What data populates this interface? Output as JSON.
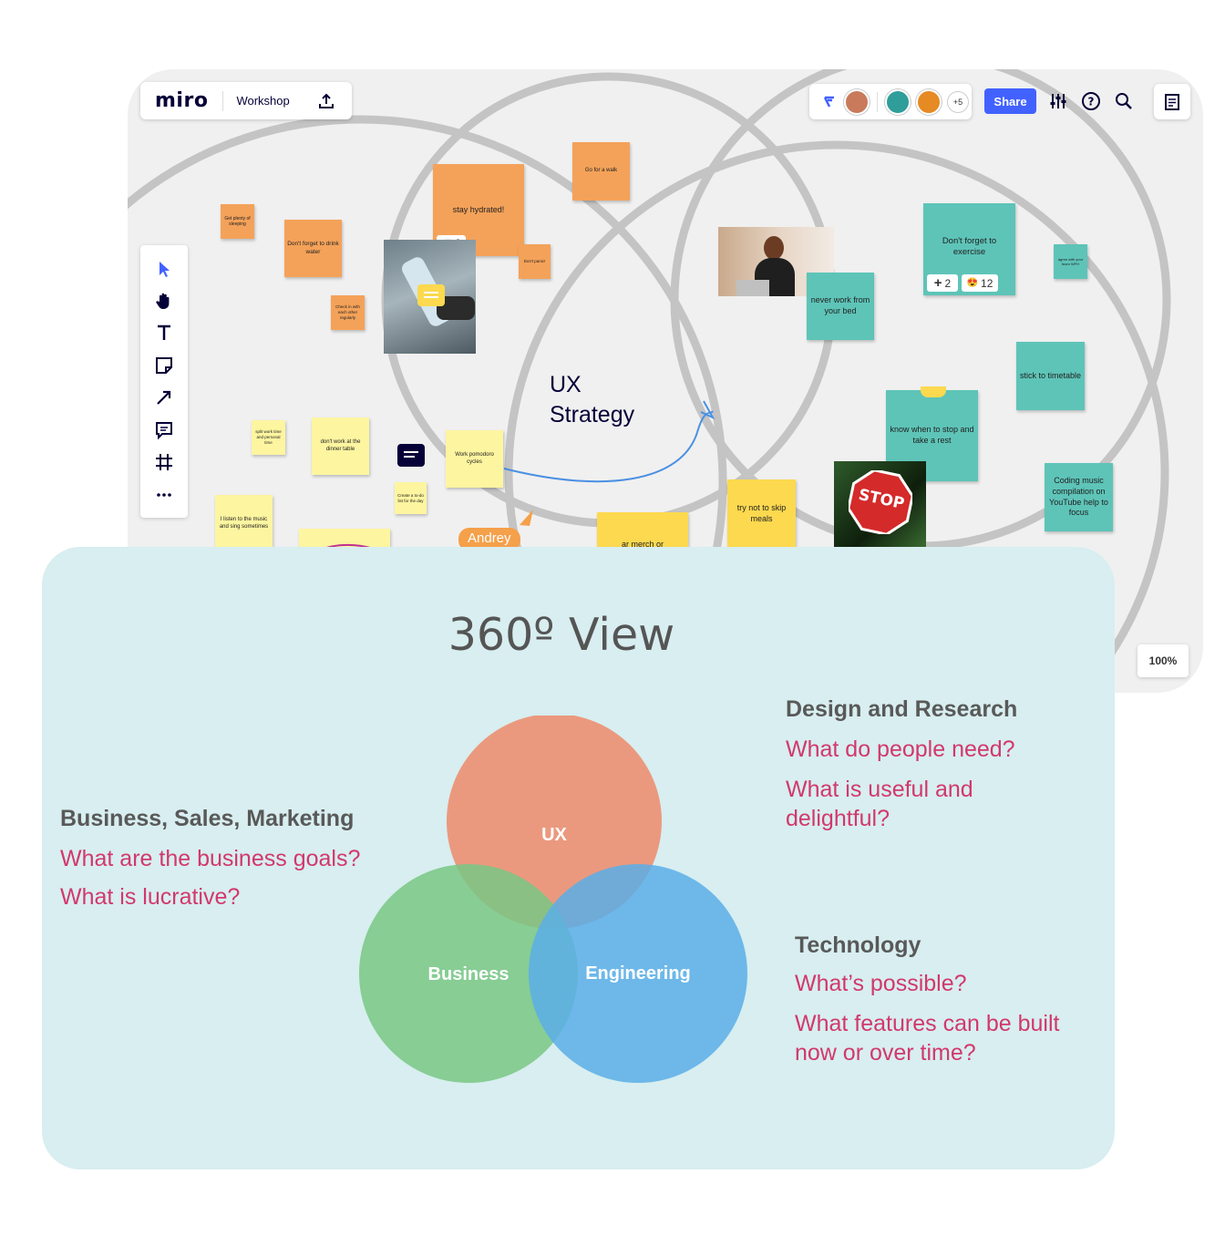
{
  "header": {
    "logo": "miro",
    "board_name": "Workshop",
    "collaborators_extra": "+5",
    "share_label": "Share"
  },
  "canvas": {
    "center_title_line1": "UX",
    "center_title_line2": "Strategy",
    "cursor_name": "Andrey",
    "zoom": "100%",
    "orange_notes": [
      "Get plenty of sleeping",
      "Don't forget to drink water",
      "stay hydrated!",
      "Go for a walk",
      "Don't panic!",
      "Check in with each other regularly"
    ],
    "yellow_notes": [
      "split work time and personal time",
      "don't work at the dinner table",
      "Work pomodoro cycles",
      "Create a to-do list for the day",
      "I listen to the music and sing sometimes",
      "try not to skip meals",
      "ar merch or"
    ],
    "teal_notes": [
      "never work from your bed",
      "Don't forget to exercise",
      "agree with your team WFH",
      "stick to timetable",
      "know when to stop and take a rest",
      "Coding music compilation on YouTube help to focus"
    ],
    "reactions": {
      "hydrated_count": "8",
      "exercise_plus": "2",
      "exercise_emoji_count": "12"
    },
    "stop_sign": "STOP"
  },
  "slide": {
    "title": "360º View",
    "venn": {
      "top": "UX",
      "left": "Business",
      "right": "Engineering"
    },
    "business": {
      "heading": "Business, Sales, Marketing",
      "q1": "What are the business goals?",
      "q2": "What is lucrative?"
    },
    "design": {
      "heading": "Design and Research",
      "q1": "What do people need?",
      "q2_line1": "What is useful and",
      "q2_line2": "delightful?"
    },
    "technology": {
      "heading": "Technology",
      "q1": "What’s possible?",
      "q2_line1": "What features can be built",
      "q2_line2": "now or over time?"
    }
  },
  "colors": {
    "accent": "#4262ff",
    "orange_note": "#f4a259",
    "yellow_note": "#fdf5a0",
    "teal_note": "#5ec4b8",
    "ux_circle": "#ef8a6a",
    "business_circle": "#79c784",
    "engineering_circle": "#5aaee8",
    "question_pink": "#d2386c"
  }
}
